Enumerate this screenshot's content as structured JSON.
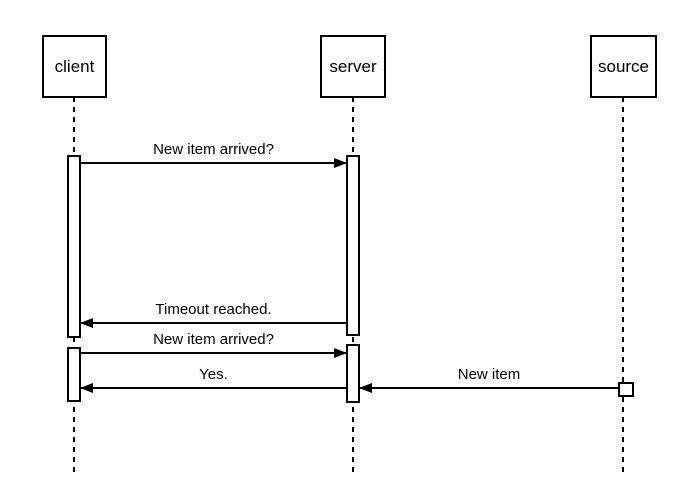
{
  "diagram": {
    "type": "uml-sequence",
    "colors": {
      "stroke": "#000000",
      "fill": "#ffffff",
      "background": "#ffffff"
    },
    "actors": [
      {
        "id": "client",
        "label": "client"
      },
      {
        "id": "server",
        "label": "server"
      },
      {
        "id": "source",
        "label": "source"
      }
    ],
    "messages": [
      {
        "label": "New item arrived?",
        "from": "client",
        "to": "server"
      },
      {
        "label": "Timeout reached.",
        "from": "server",
        "to": "client"
      },
      {
        "label": "New item arrived?",
        "from": "client",
        "to": "server"
      },
      {
        "label": "Yes.",
        "from": "server",
        "to": "client"
      },
      {
        "label": "New item",
        "from": "source",
        "to": "server"
      }
    ]
  }
}
